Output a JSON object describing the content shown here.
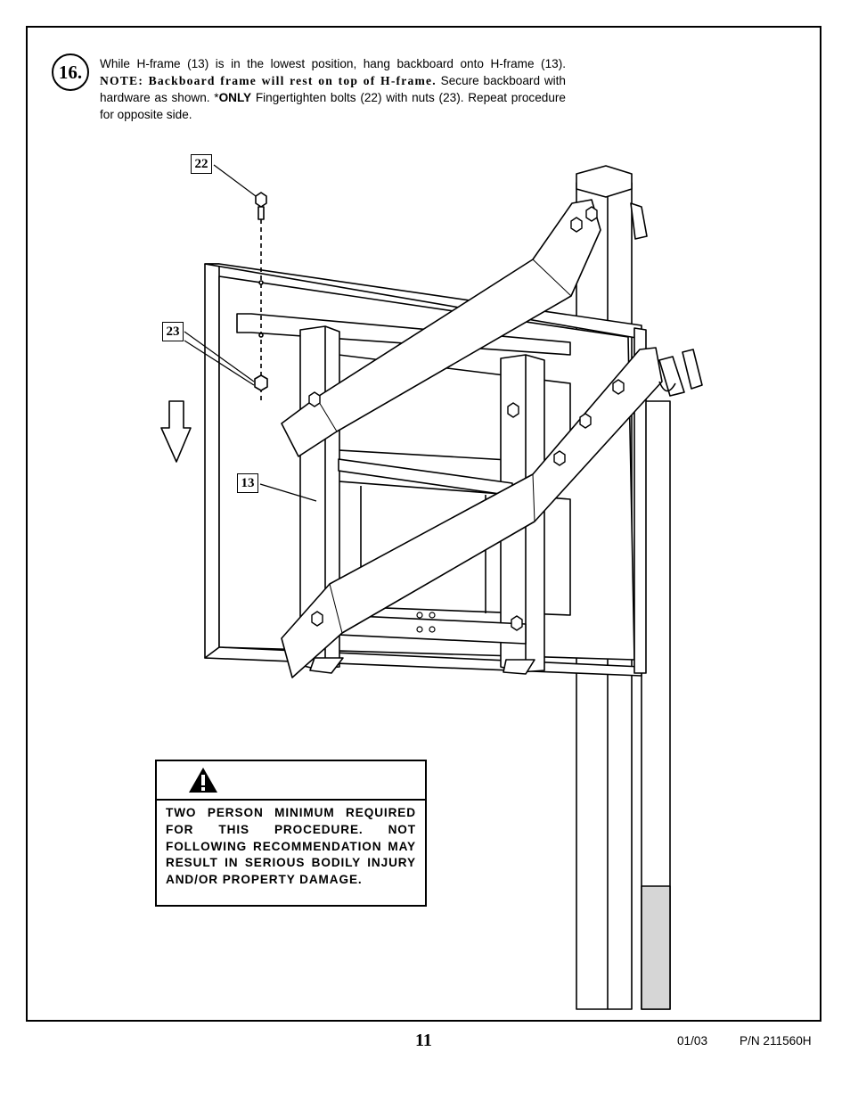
{
  "step": {
    "number": "16.",
    "text_intro": "While H-frame (13) is in the lowest position, hang backboard onto H-frame (13). ",
    "note": "NOTE: Backboard frame will rest on top of H-frame.",
    "text_mid": " Secure backboard with hardware as shown. *",
    "only": "ONLY",
    "text_end": " Fingertighten bolts (22) with nuts (23). Repeat procedure for opposite side."
  },
  "callouts": {
    "bolt": "22",
    "nut": "23",
    "hframe": "13"
  },
  "warning": {
    "icon": "warning-triangle-icon",
    "text": "TWO PERSON MINIMUM REQUIRED FOR THIS PROCEDURE. NOT FOLLOWING RECOMMENDATION MAY RESULT IN SERIOUS BODILY INJURY AND/OR PROPERTY DAMAGE."
  },
  "footer": {
    "page_number": "11",
    "date": "01/03",
    "part_number": "P/N 211560H"
  }
}
